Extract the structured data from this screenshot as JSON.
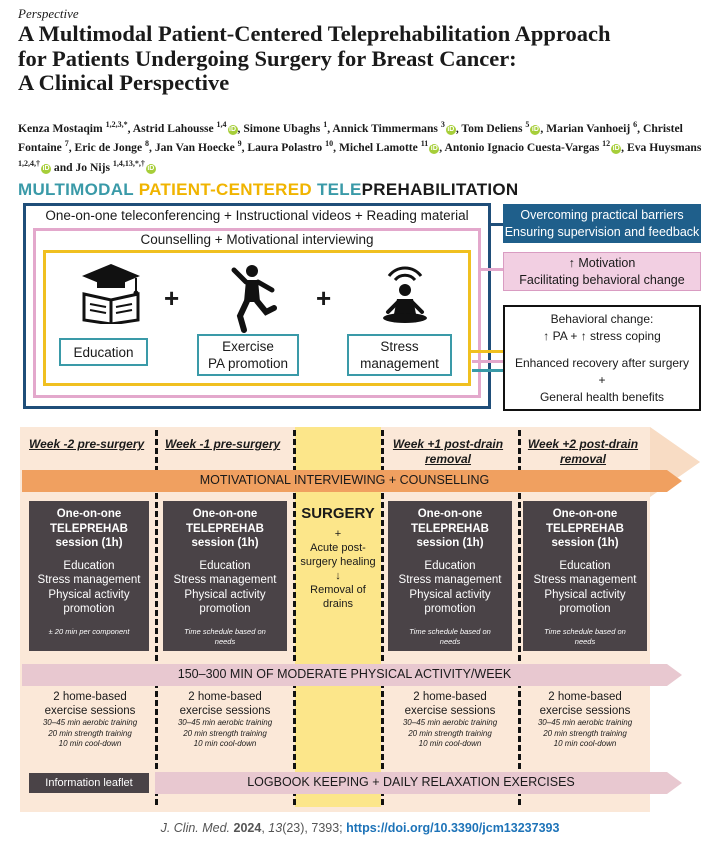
{
  "header": {
    "article_type": "Perspective",
    "title_lines": [
      "A Multimodal Patient-Centered Teleprehabilitation Approach",
      "for Patients Undergoing Surgery for Breast Cancer:",
      "A Clinical Perspective"
    ]
  },
  "authors": [
    {
      "name": "Kenza Mostaqim",
      "sup": "1,2,3,*",
      "orcid": false
    },
    {
      "name": "Astrid Lahousse",
      "sup": "1,4",
      "orcid": true
    },
    {
      "name": "Simone Ubaghs",
      "sup": "1",
      "orcid": false
    },
    {
      "name": "Annick Timmermans",
      "sup": "3",
      "orcid": true
    },
    {
      "name": "Tom Deliens",
      "sup": "5",
      "orcid": true
    },
    {
      "name": "Marian Vanhoeij",
      "sup": "6",
      "orcid": false
    },
    {
      "name": "Christel Fontaine",
      "sup": "7",
      "orcid": false
    },
    {
      "name": "Eric de Jonge",
      "sup": "8",
      "orcid": false
    },
    {
      "name": "Jan Van Hoecke",
      "sup": "9",
      "orcid": false
    },
    {
      "name": "Laura Polastro",
      "sup": "10",
      "orcid": false
    },
    {
      "name": "Michel Lamotte",
      "sup": "11",
      "orcid": true
    },
    {
      "name": "Antonio Ignacio Cuesta-Vargas",
      "sup": "12",
      "orcid": true
    },
    {
      "name": "Eva Huysmans",
      "sup": "1,2,4,†",
      "orcid": true
    },
    {
      "name": "Jo Nijs",
      "sup": "1,4,13,*,†",
      "orcid": true
    }
  ],
  "authors_and": "and",
  "orcid_glyph": "iD",
  "figure": {
    "title_parts": [
      {
        "text": "MULTIMODAL ",
        "color": "#3a9aa8"
      },
      {
        "text": "PATIENT-CENTERED ",
        "color": "#f0b400"
      },
      {
        "text": "TELE",
        "color": "#3a9aa8"
      },
      {
        "text": "PREHABILITATION",
        "color": "#1a1a1a"
      }
    ],
    "outer_label": "One-on-one teleconferencing + Instructional videos + Reading material",
    "middle_label": "Counselling + Motivational interviewing",
    "components": [
      "Education",
      "Exercise\nPA promotion",
      "Stress\nmanagement"
    ],
    "plus": "+",
    "right_boxes": {
      "barriers": "Overcoming practical barriers\nEnsuring supervision and feedback",
      "motivation": "↑ Motivation\nFacilitating behavioral change",
      "behavioral": "Behavioral change:\n↑ PA + ↑ stress coping",
      "recovery": "Enhanced recovery after surgery\n+\nGeneral health benefits"
    },
    "timeline": {
      "weeks": [
        "Week -2 pre-surgery",
        "Week -1 pre-surgery",
        "Week +1 post-drain\nremoval",
        "Week +2 post-drain\nremoval"
      ],
      "band1": "MOTIVATIONAL INTERVIEWING + COUNSELLING",
      "band2": "150–300 MIN OF MODERATE PHYSICAL ACTIVITY/WEEK",
      "band3": "LOGBOOK KEEPING + DAILY RELAXATION EXERCISES",
      "session_title": "One-on-one\nTELEPREHAB\nsession (1h)",
      "session_body": "Education\nStress management\nPhysical activity\npromotion",
      "session_notes": [
        "± 20 min per component",
        "Time schedule based on\nneeds",
        "Time schedule based on\nneeds",
        "Time schedule based on\nneeds"
      ],
      "surgery_title": "SURGERY",
      "surgery_body": "+\nAcute post-\nsurgery healing\n↓\nRemoval of\ndrains",
      "home_title": "2 home-based\nexercise sessions",
      "home_details": "30–45 min aerobic training\n20 min strength training\n10 min cool-down",
      "leaflet": "Information leaflet"
    },
    "colors": {
      "teal": "#3a9aa8",
      "pink": "#e3a8cc",
      "yellow": "#f0c020",
      "navy": "#1f4e79",
      "dark": "#4a4347",
      "orange_band": "#f0a060",
      "pink_band": "#e8c8d0",
      "bg_peach": "#fbe8d8",
      "surgery": "#fce68a"
    }
  },
  "footer": {
    "journal": "J. Clin. Med.",
    "year": "2024",
    "volume": "13",
    "issue": "(23)",
    "article": ", 7393; ",
    "doi": "https://doi.org/10.3390/jcm13237393"
  }
}
